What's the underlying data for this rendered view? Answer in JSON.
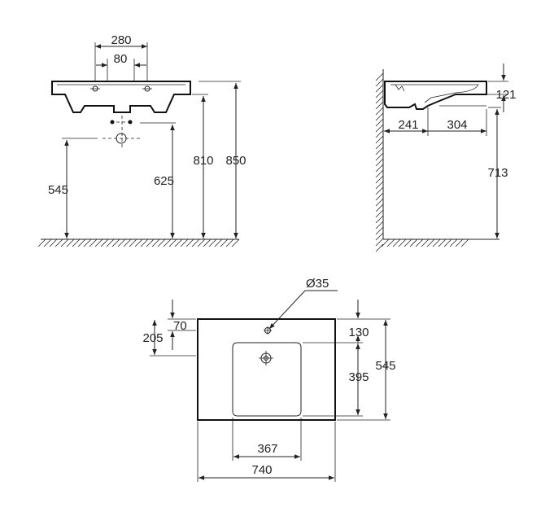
{
  "front_view": {
    "dims": {
      "tap_holes_spacing": "280",
      "inner_spacing": "80",
      "height_total_inner": "810",
      "height_total_outer": "850",
      "drain_height": "545",
      "siphon_height": "625"
    }
  },
  "side_view": {
    "dims": {
      "bowl_depth": "121",
      "tap_offset": "241",
      "bowl_width": "304",
      "rim_height": "713"
    }
  },
  "top_view": {
    "dims": {
      "hole_diameter": "Ø35",
      "hole_offset": "70",
      "bowl_offset": "205",
      "top_offset": "130",
      "bowl_length": "395",
      "depth_total": "545",
      "bowl_width": "367",
      "width_total": "740"
    }
  }
}
